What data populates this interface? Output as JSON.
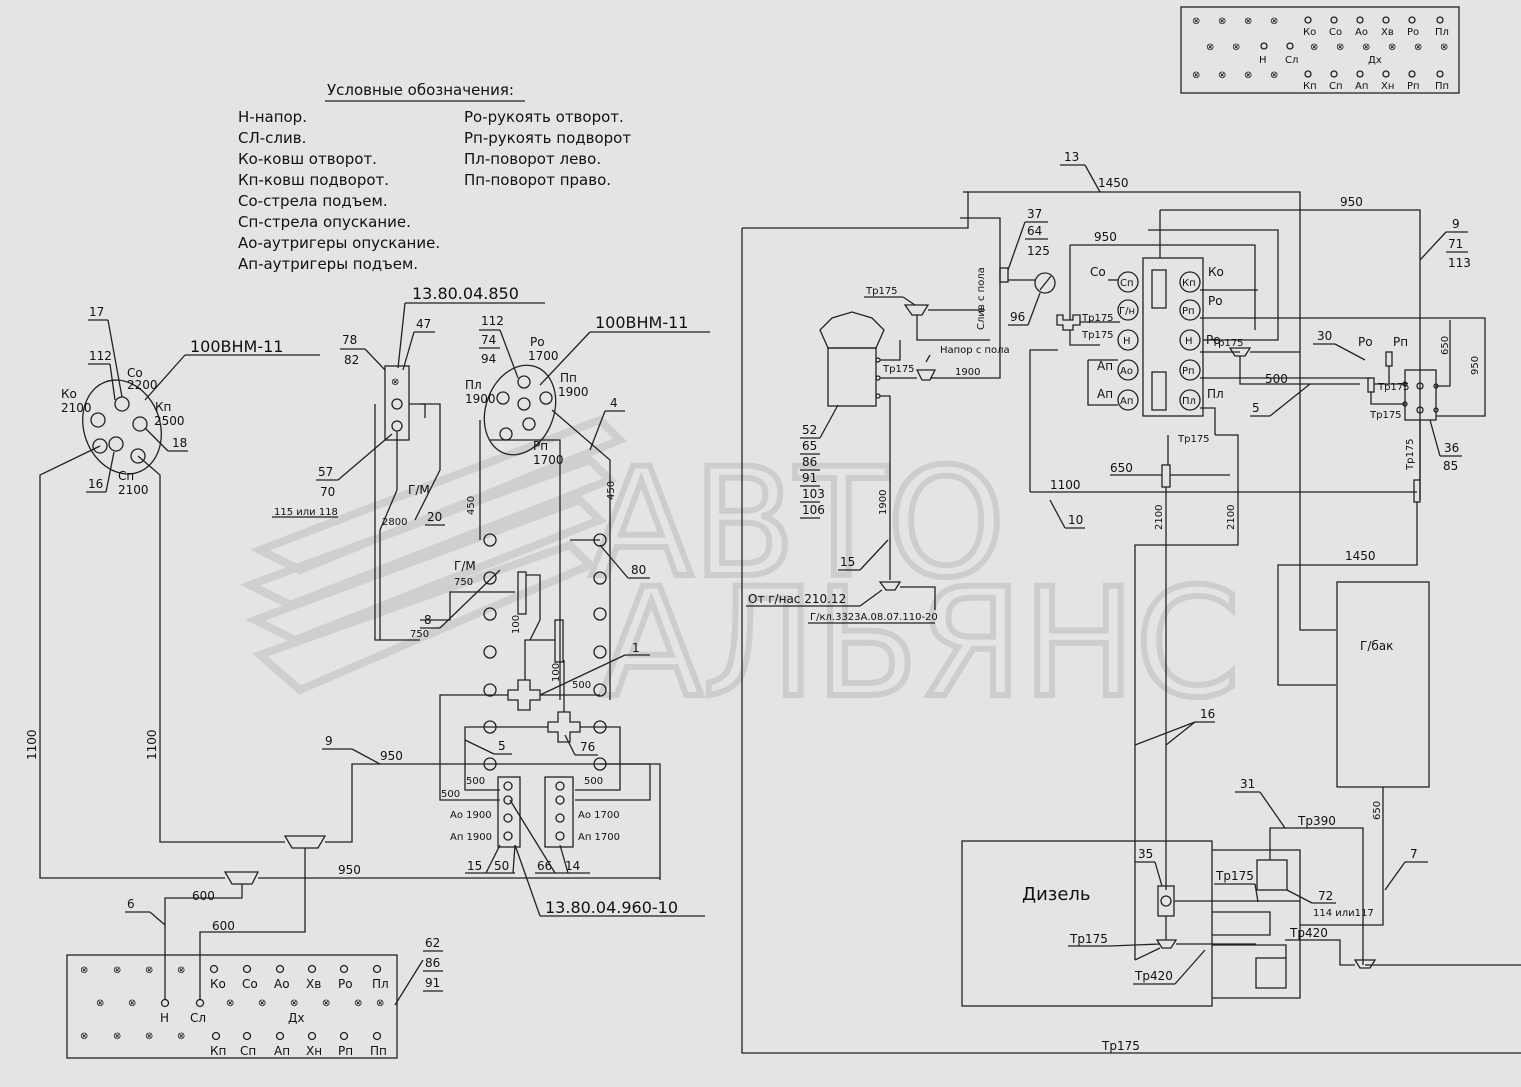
{
  "legend": {
    "title": "Условные обозначения:",
    "col1": [
      "Н-напор.",
      "СЛ-слив.",
      "Ко-ковш отворот.",
      "Кп-ковш подворот.",
      "Со-стрела подъем.",
      "Сп-стрела опускание.",
      "Ао-аутригеры опускание.",
      "Ап-аутригеры подъем."
    ],
    "col2": [
      "Ро-рукоять отворот.",
      "Рп-рукоять подворот",
      "Пл-поворот лево.",
      "Пп-поворот право."
    ]
  },
  "watermark": {
    "line1": "АВТО",
    "line2": "АЛЬЯНС"
  },
  "left_valve": {
    "title": "100ВНМ-11",
    "ports": {
      "co": "Со",
      "co_len": "2200",
      "ko": "Ко",
      "ko_len": "2100",
      "kp": "Кп",
      "kp_len": "2500",
      "cp": "Сп",
      "cp_len": "2100"
    },
    "refs": [
      "17",
      "112",
      "16",
      "18"
    ]
  },
  "right_valve": {
    "title": "100ВНМ-11",
    "refs": [
      "112",
      "74",
      "94"
    ],
    "ports": {
      "ro": "Ро",
      "ro_len": "1700",
      "pl": "Пл",
      "pl_len": "1900",
      "pp": "Пп",
      "pp_len": "1900",
      "rp": "Рп",
      "rp_len": "1700"
    }
  },
  "block_850": {
    "title": "13.80.04.850",
    "refs": [
      "78",
      "82",
      "47",
      "57",
      "70"
    ],
    "note": "115 или 118",
    "gm": "Г/М",
    "ref20": "20",
    "len2800": "2800"
  },
  "block_960": {
    "title": "13.80.04.960-10",
    "refs": [
      "15",
      "50",
      "66",
      "14"
    ],
    "ao1": "Ао 1900",
    "ap1": "Ап 1900",
    "ao2": "Ао 1700",
    "ap2": "Ап 1700"
  },
  "center": {
    "gm2": "Г/М",
    "len750a": "750",
    "len750b": "750",
    "ref8": "8",
    "len100a": "100",
    "len100b": "100",
    "len500a": "500",
    "ref1": "1",
    "ref5": "5",
    "ref76": "76",
    "ref80": "80",
    "ref4": "4",
    "len450a": "450",
    "len450b": "450",
    "len500b": "500",
    "len500c": "500",
    "len500d": "500"
  },
  "bottom_left": {
    "ref9": "9",
    "len950a": "950",
    "len950b": "950",
    "len1100a": "1100",
    "len1100b": "1100",
    "ref6": "6",
    "len600a": "600",
    "len600b": "600"
  },
  "panel_bottom": {
    "row1": [
      "Ко",
      "Со",
      "Ао",
      "Хв",
      "Ро",
      "Пл"
    ],
    "row2a": [
      "Н",
      "Сл"
    ],
    "row2b": [
      "Дх"
    ],
    "row3": [
      "Кп",
      "Сп",
      "Ап",
      "Хн",
      "Рп",
      "Пп"
    ],
    "refs": [
      "62",
      "86",
      "91"
    ]
  },
  "panel_top": {
    "row1": [
      "Ко",
      "Со",
      "Ао",
      "Хв",
      "Ро",
      "Пл"
    ],
    "row2a": [
      "Н",
      "Сл"
    ],
    "row2b": [
      "Дх"
    ],
    "row3": [
      "Кп",
      "Сп",
      "Ап",
      "Хн",
      "Рп",
      "Пп"
    ]
  },
  "right": {
    "ref13": "13",
    "len1450a": "1450",
    "len950a": "950",
    "len950b": "950",
    "ref9": "9",
    "ref71": "71",
    "ref113": "113",
    "ref37": "37",
    "ref64": "64",
    "ref125": "125",
    "ref96": "96",
    "tp175": "Тр175",
    "sliv": "Слив с пола",
    "napor": "Напор с пола",
    "len1900a": "1900",
    "refs52": [
      "52",
      "65",
      "86",
      "91",
      "103",
      "106"
    ],
    "len1900b": "1900",
    "ref15": "15",
    "ot_nas": "От г/нас 210.12",
    "gkl": "Г/кл.3323А.08.07.110-20",
    "co": "Со",
    "ko": "Ко",
    "ro": "Ро",
    "ap": "Ап",
    "pl": "Пл",
    "sec": [
      "Сп",
      "Г/н",
      "Н",
      "Ао",
      "Ап"
    ],
    "secr": [
      "Кп",
      "Рп",
      "Н",
      "Рп",
      "Пл"
    ],
    "ref30": "30",
    "ro2": "Ро",
    "rp2": "Рп",
    "len650a": "650",
    "len950c": "950",
    "len500": "500",
    "ref5": "5",
    "ref36": "36",
    "ref85": "85",
    "len650b": "650",
    "len1100": "1100",
    "ref10": "10",
    "len2100a": "2100",
    "len2100b": "2100",
    "len1450b": "1450",
    "tank": "Г/бак",
    "ref16": "16",
    "ref31": "31",
    "tp390": "Тр390",
    "len650c": "650",
    "ref7": "7",
    "diesel": "Дизель",
    "ref35": "35",
    "ref72": "72",
    "note114": "114 или117",
    "tp420": "Тр420"
  }
}
